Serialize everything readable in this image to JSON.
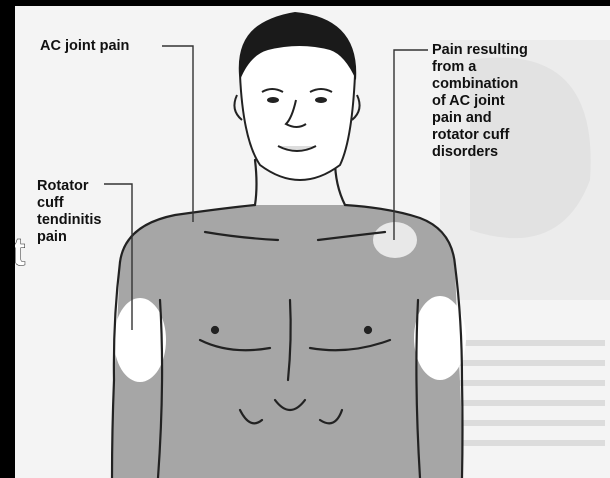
{
  "labels": {
    "ac_joint": "AC joint pain",
    "combination": "Pain resulting\nfrom a\ncombination\nof AC joint\npain and\nrotator cuff\ndisorders",
    "rotator_cuff": "Rotator\ncuff\ntendinitis\npain"
  },
  "overlay_text": "it"
}
